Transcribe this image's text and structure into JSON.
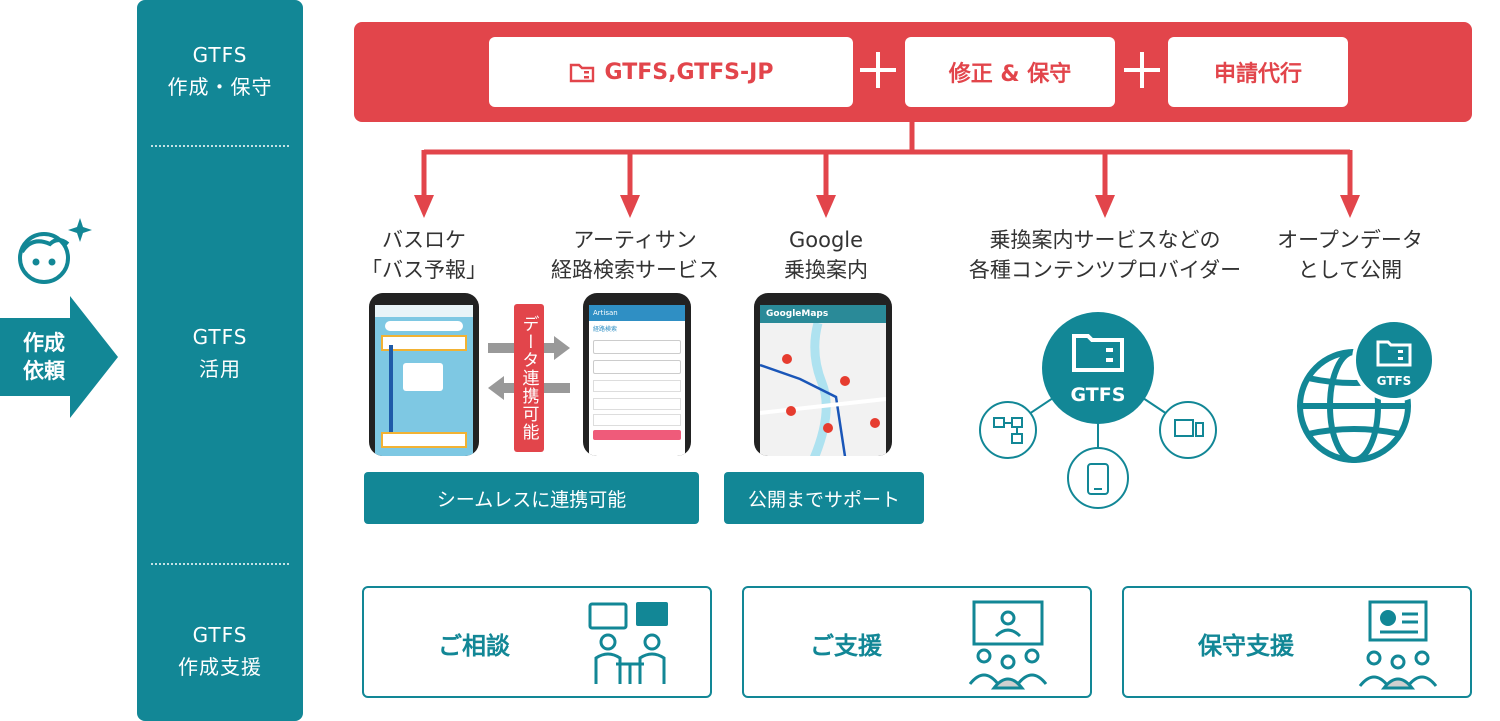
{
  "request": {
    "line1": "作成",
    "line2": "依頼"
  },
  "band": {
    "top_line1": "GTFS",
    "top_line2": "作成・保守",
    "mid_line1": "GTFS",
    "mid_line2": "活用",
    "bottom_line1": "GTFS",
    "bottom_line2": "作成支援"
  },
  "banner": {
    "item1": "GTFS,GTFS-JP",
    "item2": "修正 & 保守",
    "item3": "申請代行",
    "color": "#e2454b"
  },
  "services": [
    {
      "line1": "バスロケ",
      "line2": "「バス予報」"
    },
    {
      "line1": "アーティサン",
      "line2": "経路検索サービス"
    },
    {
      "line1": "Google",
      "line2": "乗換案内"
    },
    {
      "line1": "乗換案内サービスなどの",
      "line2": "各種コンテンツプロバイダー"
    },
    {
      "line1": "オープンデータ",
      "line2": "として公開"
    }
  ],
  "data_link_tag": "データ連携可能",
  "buttons": {
    "seamless": "シームレスに連携可能",
    "publish_support": "公開までサポート"
  },
  "phone2": {
    "brand": "Artisan",
    "title": "経路検索"
  },
  "phone3": {
    "brand": "GoogleMaps"
  },
  "gtfs_hub": {
    "label": "GTFS"
  },
  "globe": {
    "label": "GTFS"
  },
  "support": [
    "ご相談",
    "ご支援",
    "保守支援"
  ],
  "accent_color": "#128796"
}
